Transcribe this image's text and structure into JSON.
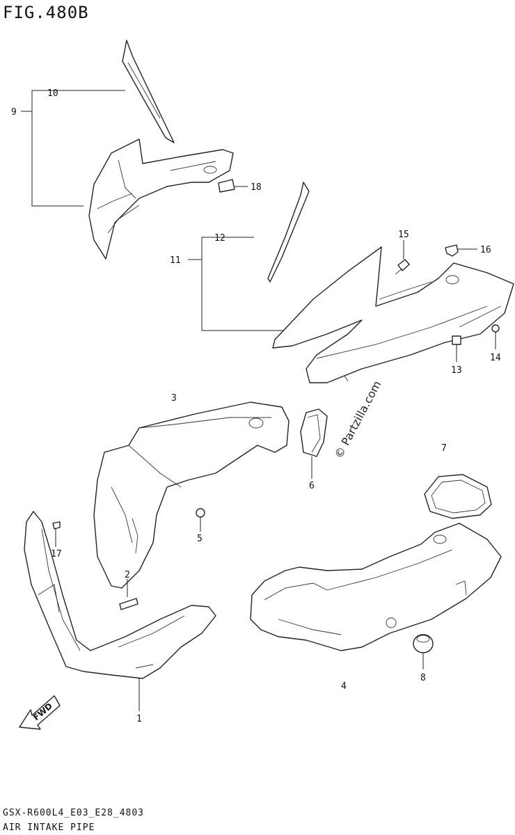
{
  "figure": {
    "title": "FIG.480B",
    "model_code": "GSX-R600L4_E03_E28_4803",
    "subtitle": "AIR INTAKE PIPE"
  },
  "watermark": "© Partzilla.com",
  "direction_label": "FWD",
  "callouts": [
    "1",
    "2",
    "3",
    "4",
    "5",
    "6",
    "7",
    "8",
    "9",
    "10",
    "11",
    "12",
    "13",
    "14",
    "15",
    "16",
    "17",
    "18"
  ]
}
